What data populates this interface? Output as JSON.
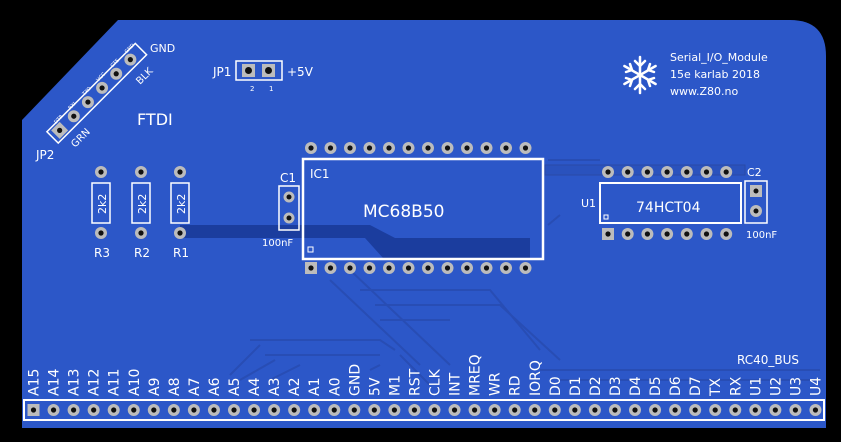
{
  "colors": {
    "background": "#000000",
    "board": "#2c57c8",
    "copper": "#1e3f9c",
    "trace": "#16337e",
    "silk": "#ffffff",
    "pad": "#bcbcbc",
    "hole": "#111111"
  },
  "board_info": {
    "title": "Serial_I/O_Module",
    "date": "15e karlab 2018",
    "url": "www.Z80.no",
    "logo": "snowflake-icon"
  },
  "jp1": {
    "ref": "JP1",
    "value": "+5V",
    "pin2": "2",
    "pin1": "1"
  },
  "jp2": {
    "ref": "JP2",
    "label": "FTDI",
    "gnd": "GND",
    "blk": "BLK",
    "grn": "GRN",
    "pin_labels": [
      "DTR",
      "RXI",
      "TXO",
      "VCC",
      "CTS",
      "GND"
    ]
  },
  "c1": {
    "ref": "C1",
    "value": "100nF"
  },
  "c2": {
    "ref": "C2",
    "value": "100nF"
  },
  "ic1": {
    "ref": "IC1",
    "part": "MC68B50"
  },
  "u1": {
    "ref": "U1",
    "part": "74HCT04"
  },
  "resistors": [
    {
      "ref": "R3",
      "value": "2k2"
    },
    {
      "ref": "R2",
      "value": "2k2"
    },
    {
      "ref": "R1",
      "value": "2k2"
    }
  ],
  "bus": {
    "label": "RC40_BUS",
    "pins": [
      "A15",
      "A14",
      "A13",
      "A12",
      "A11",
      "A10",
      "A9",
      "A8",
      "A7",
      "A6",
      "A5",
      "A4",
      "A3",
      "A2",
      "A1",
      "A0",
      "GND",
      "5V",
      "M1",
      "RST",
      "CLK",
      "INT",
      "MREQ",
      "WR",
      "RD",
      "IORQ",
      "D0",
      "D1",
      "D2",
      "D3",
      "D4",
      "D5",
      "D6",
      "D7",
      "TX",
      "RX",
      "U1",
      "U2",
      "U3",
      "U4"
    ]
  }
}
